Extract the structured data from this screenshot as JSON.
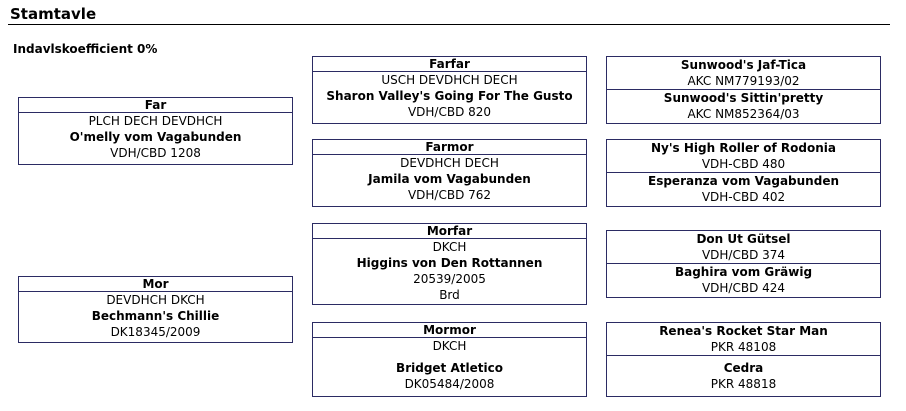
{
  "page": {
    "title": "Stamtavle",
    "coefficient": "Indavlskoefficient 0%"
  },
  "parents": {
    "far": {
      "header": "Far",
      "titles": "PLCH DECH DEVDHCH",
      "name": "O'melly vom Vagabunden",
      "reg": "VDH/CBD 1208"
    },
    "mor": {
      "header": "Mor",
      "titles": "DEVDHCH DKCH",
      "name": "Bechmann's Chillie",
      "reg": "DK18345/2009"
    }
  },
  "grandparents": {
    "farfar": {
      "header": "Farfar",
      "titles": "USCH DEVDHCH DECH",
      "name": "Sharon Valley's Going For The Gusto",
      "reg": "VDH/CBD 820"
    },
    "farmor": {
      "header": "Farmor",
      "titles": "DEVDHCH DECH",
      "name": "Jamila vom Vagabunden",
      "reg": "VDH/CBD 762"
    },
    "morfar": {
      "header": "Morfar",
      "titles": "DKCH",
      "name": "Higgins von Den Rottannen",
      "reg": "20539/2005",
      "extra": "Brd"
    },
    "mormor": {
      "header": "Mormor",
      "titles": "DKCH",
      "name": "Bridget Atletico",
      "reg": "DK05484/2008"
    }
  },
  "great_grandparents": [
    {
      "name": "Sunwood's Jaf-Tica",
      "reg": "AKC NM779193/02"
    },
    {
      "name": "Sunwood's Sittin'pretty",
      "reg": "AKC NM852364/03"
    },
    {
      "name": "Ny's High Roller of Rodonia",
      "reg": "VDH-CBD 480"
    },
    {
      "name": "Esperanza vom Vagabunden",
      "reg": "VDH-CBD 402"
    },
    {
      "name": "Don Ut Gütsel",
      "reg": "VDH/CBD 374"
    },
    {
      "name": "Baghira vom Gräwig",
      "reg": "VDH/CBD 424"
    },
    {
      "name": "Renea's Rocket Star Man",
      "reg": "PKR 48108"
    },
    {
      "name": "Cedra",
      "reg": "PKR 48818"
    }
  ]
}
